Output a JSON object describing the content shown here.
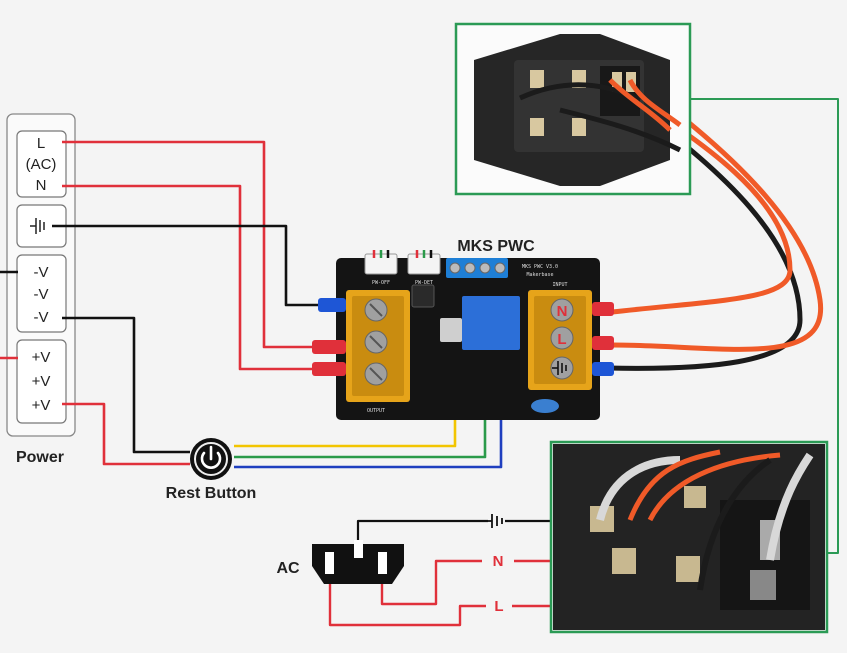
{
  "diagram": {
    "psu_labels": {
      "l": "L",
      "ac": "(AC)",
      "n": "N",
      "neg1": "-V",
      "neg2": "-V",
      "neg3": "-V",
      "pos1": "+V",
      "pos2": "+V",
      "pos3": "+V"
    },
    "power_label": "Power",
    "board_title": "MKS PWC",
    "input_terminals": {
      "n": "N",
      "l": "L"
    },
    "reset_label": "Rest Button",
    "ac_label": "AC",
    "ac_wires": {
      "n": "N",
      "l": "L"
    },
    "board_silk": {
      "input": "INPUT",
      "output": "OUTPUT",
      "pw_off": "PW-OFF",
      "pw_det": "PW-DET",
      "model": "MKS PWC V3.0",
      "brand": "Makerbase"
    },
    "colors": {
      "red": "#e0303a",
      "black": "#111111",
      "yellow": "#f2c500",
      "green": "#2a9a4a",
      "blue": "#1f3fbf",
      "frame": "#2b9a55",
      "orange": "#f05a28"
    }
  }
}
